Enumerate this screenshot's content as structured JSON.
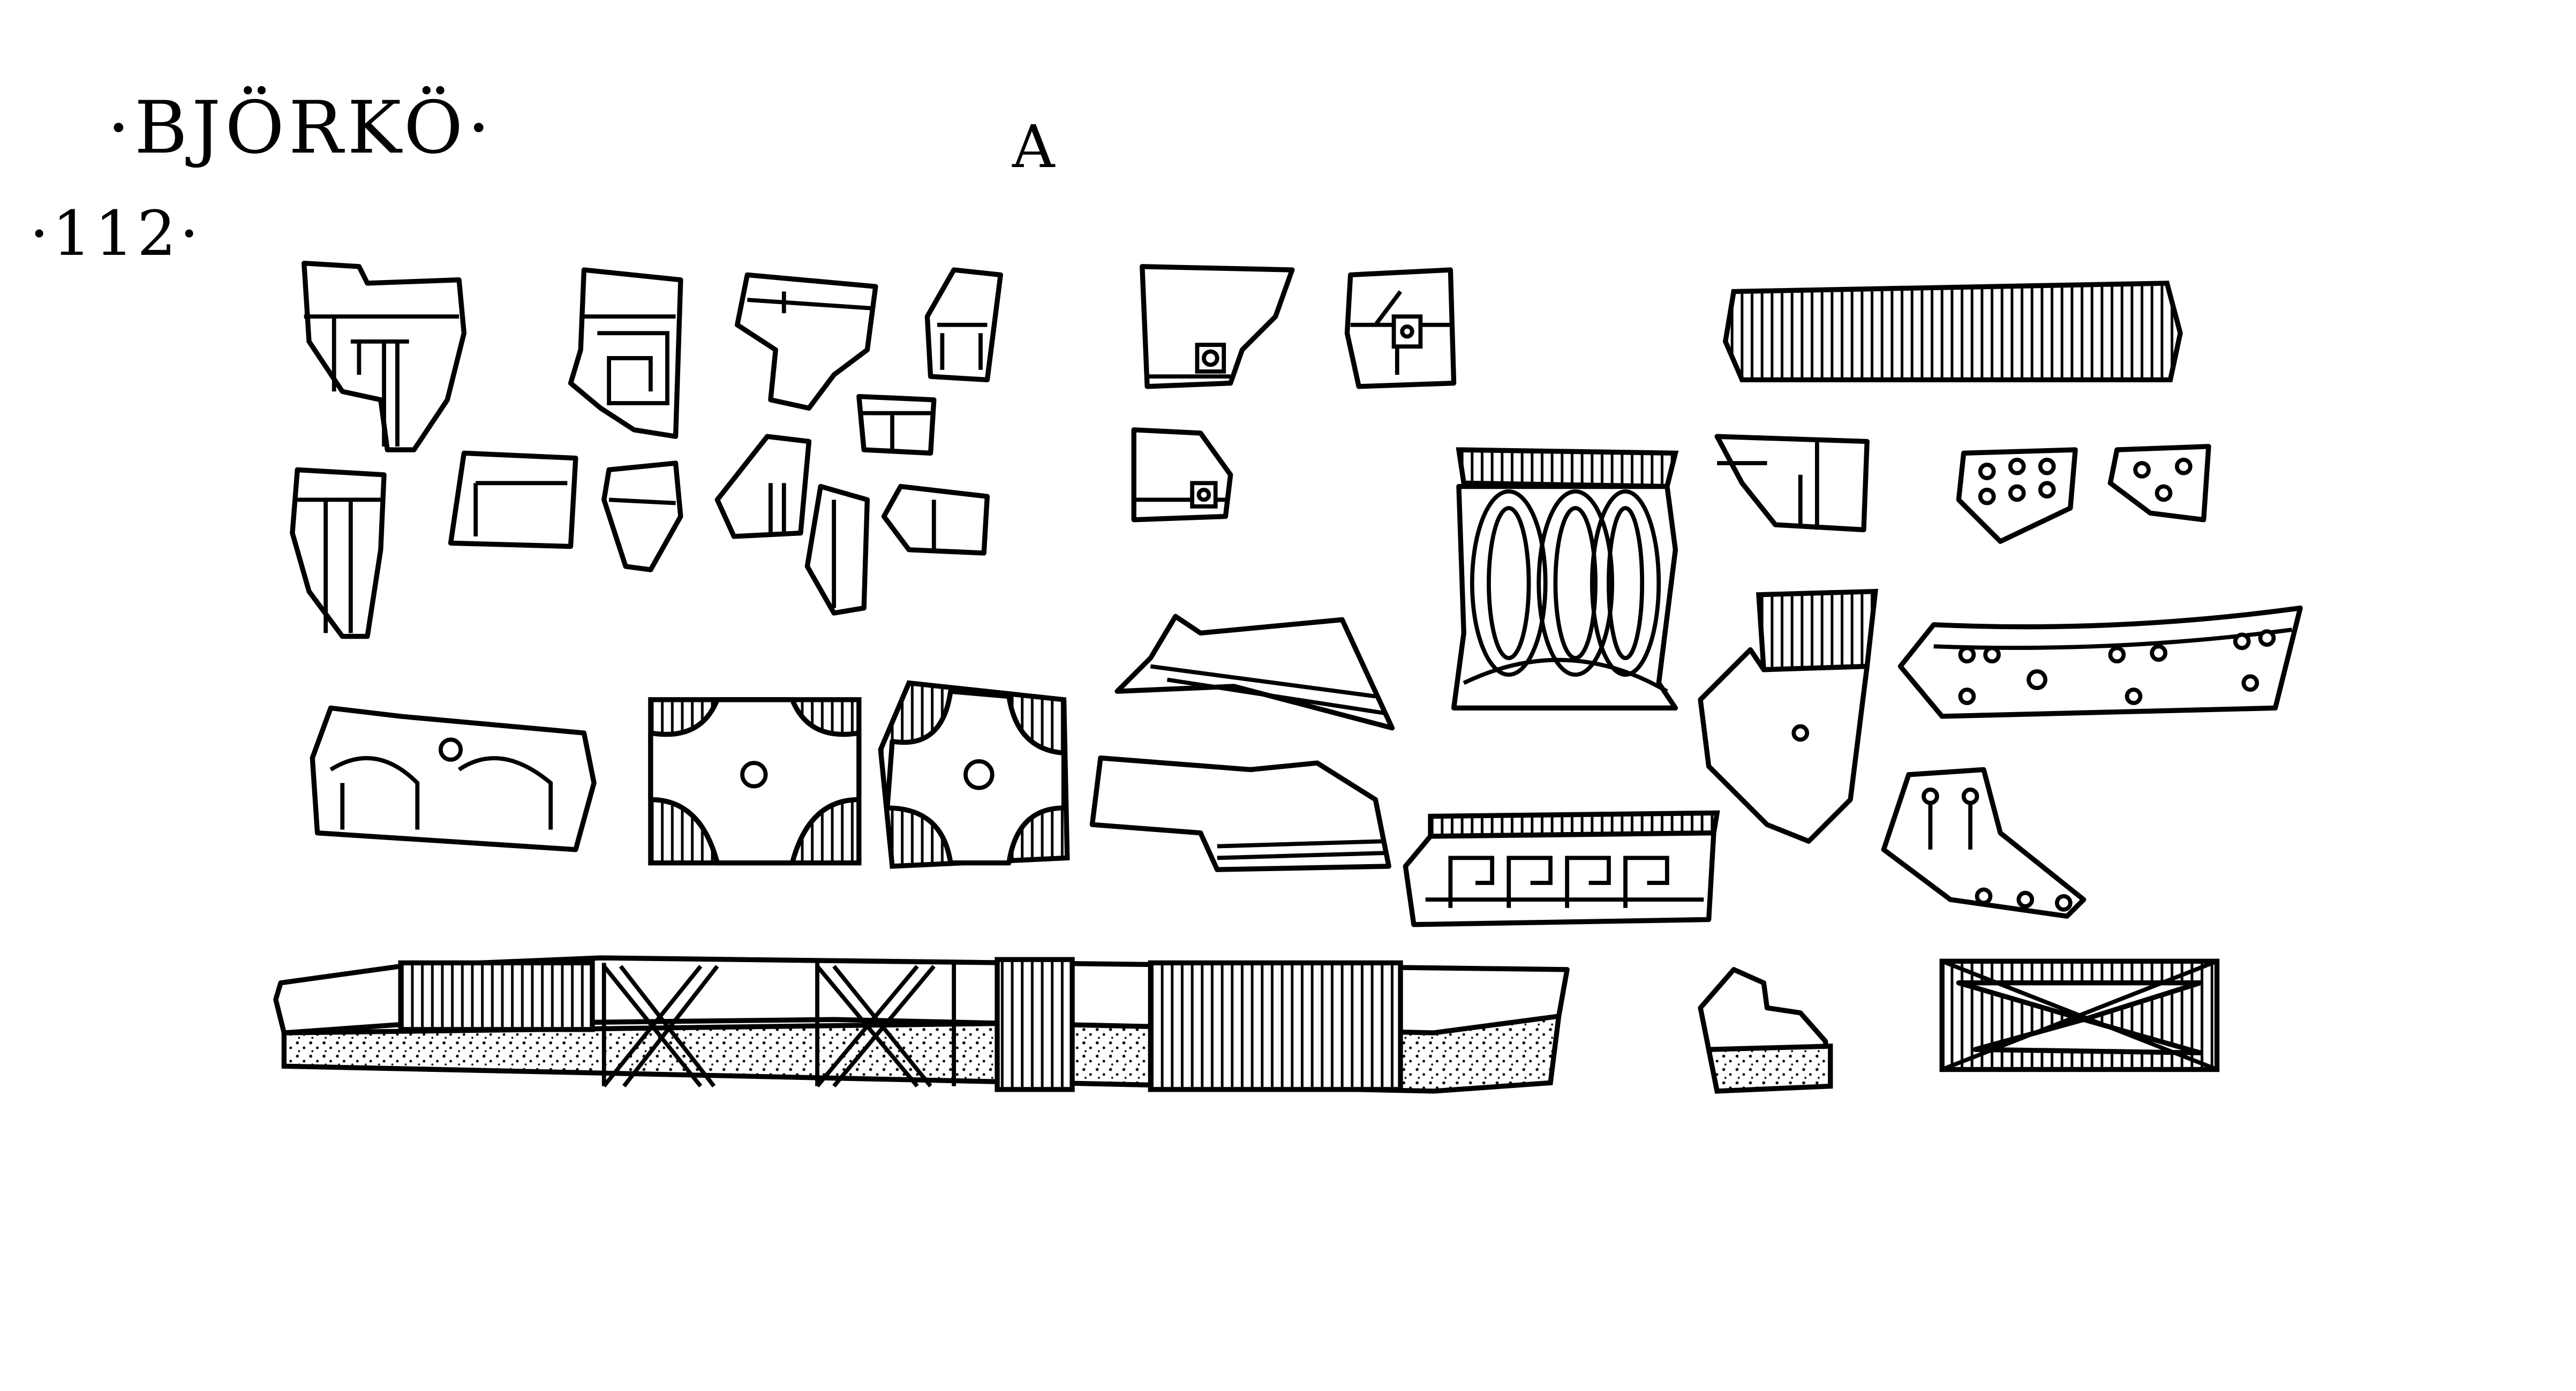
{
  "sheet": {
    "site_title": "·BJÖRKÖ·",
    "plate_number": "·112·",
    "section_mark": "A"
  },
  "colors": {
    "ink": "#000000",
    "paper": "#ffffff"
  }
}
